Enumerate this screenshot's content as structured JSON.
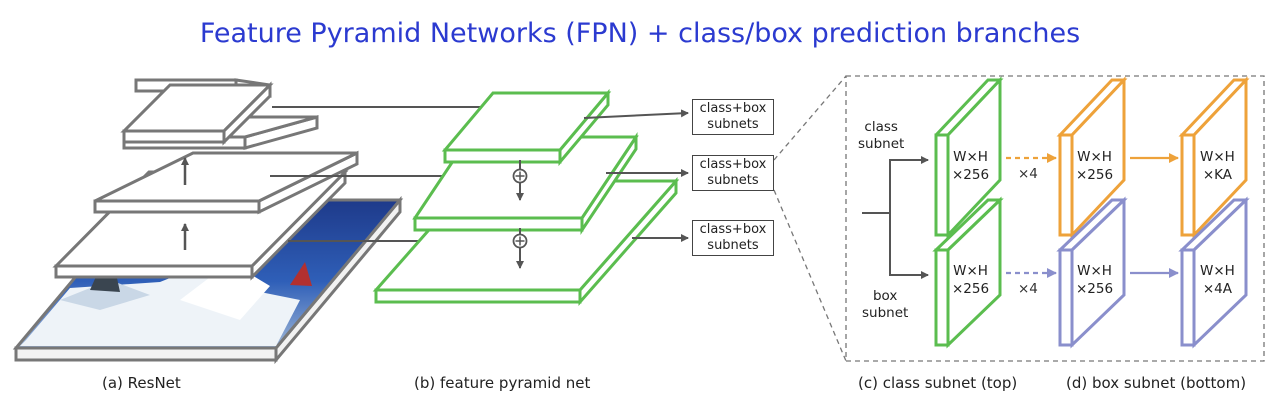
{
  "title": "Feature Pyramid Networks (FPN) + class/box prediction branches",
  "captions": {
    "resnet": "(a) ResNet",
    "fpn": "(b) feature pyramid net",
    "class_subnet": "(c) class subnet (top)",
    "box_subnet": "(d) box subnet (bottom)"
  },
  "subnet_boxes": [
    "class+box\nsubnets",
    "class+box\nsubnets",
    "class+box\nsubnets"
  ],
  "branch_labels": {
    "class": "class\nsubnet",
    "box": "box\nsubnet"
  },
  "feature_maps": {
    "class_1": "W×H\n×256",
    "class_2": "W×H\n×256",
    "class_out": "W×H\n×KA",
    "box_1": "W×H\n×256",
    "box_2": "W×H\n×256",
    "box_out": "W×H\n×4A"
  },
  "repeat_labels": {
    "class": "×4",
    "box": "×4"
  },
  "merge_symbol": "⊕",
  "colors": {
    "title": "#2b3ad0",
    "resnet_gray": "#777777",
    "fpn_green": "#5bbd4f",
    "class_orange": "#eea23a",
    "box_purple": "#8a8fcc",
    "arrow": "#555555"
  }
}
